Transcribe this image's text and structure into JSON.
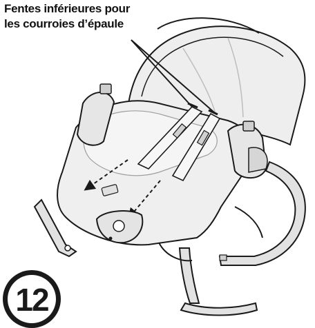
{
  "callout": {
    "line1": "Fentes inférieures pour",
    "line2": "les courroies d’épaule"
  },
  "step": {
    "number": "12"
  },
  "colors": {
    "ink": "#1a1a1a",
    "fabric": "#ececec",
    "frame": "#dcdcdc"
  }
}
